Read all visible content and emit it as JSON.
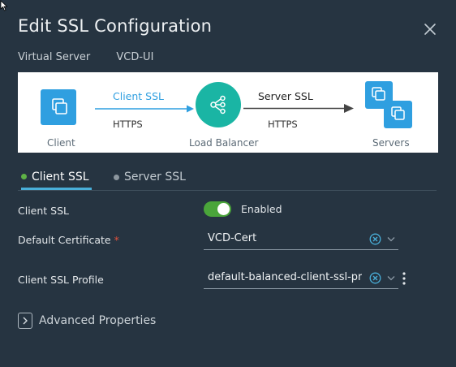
{
  "dialog": {
    "title": "Edit SSL Configuration",
    "subtitle_label": "Virtual Server",
    "subtitle_value": "VCD-UI"
  },
  "diagram": {
    "client_label": "Client",
    "load_balancer_label": "Load Balancer",
    "servers_label": "Servers",
    "client_ssl_label": "Client SSL",
    "client_protocol": "HTTPS",
    "server_ssl_label": "Server SSL",
    "server_protocol": "HTTPS"
  },
  "tabs": [
    {
      "label": "Client SSL",
      "active": true,
      "dot_color": "#5eb246"
    },
    {
      "label": "Server SSL",
      "active": false,
      "dot_color": "#8c969e"
    }
  ],
  "form": {
    "client_ssl": {
      "label": "Client SSL",
      "state": "Enabled",
      "enabled": true
    },
    "default_certificate": {
      "label": "Default Certificate",
      "required_marker": "*",
      "value": "VCD-Cert"
    },
    "client_ssl_profile": {
      "label": "Client SSL Profile",
      "value": "default-balanced-client-ssl-profile"
    }
  },
  "advanced": {
    "label": "Advanced Properties"
  },
  "colors": {
    "background": "#263441",
    "accent_blue": "#2f9fe0",
    "load_balancer_teal": "#1ab5a4",
    "toggle_green": "#4aa53a",
    "required_red": "#e2513c",
    "tab_underline": "#49afd9"
  }
}
